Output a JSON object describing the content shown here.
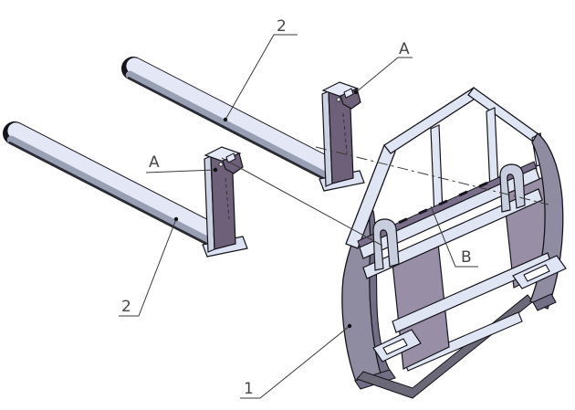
{
  "figure": {
    "type": "isometric exploded CAD drawing",
    "description": "Pallet fork attachment exploded view: two forks with hook hangers aligned to a quick-attach carriage frame",
    "callouts": [
      {
        "id": "fork-upper",
        "text": "2"
      },
      {
        "id": "hanger-upper",
        "text": "A"
      },
      {
        "id": "hanger-lower",
        "text": "A"
      },
      {
        "id": "fork-lower",
        "text": "2"
      },
      {
        "id": "rail-notch-detail",
        "text": "B"
      },
      {
        "id": "carriage-frame",
        "text": "1"
      }
    ],
    "colors": {
      "surface_light": "#e3e7f6",
      "surface_mid": "#9aa0b4",
      "panel_purple": "#988ea6",
      "shank_purple": "#6d6078",
      "plate_gray": "#8f8ca2",
      "plate_edge": "#716e86",
      "outline": "#14141a",
      "leader_line": "#3a3a3a",
      "background": "#ffffff"
    }
  }
}
